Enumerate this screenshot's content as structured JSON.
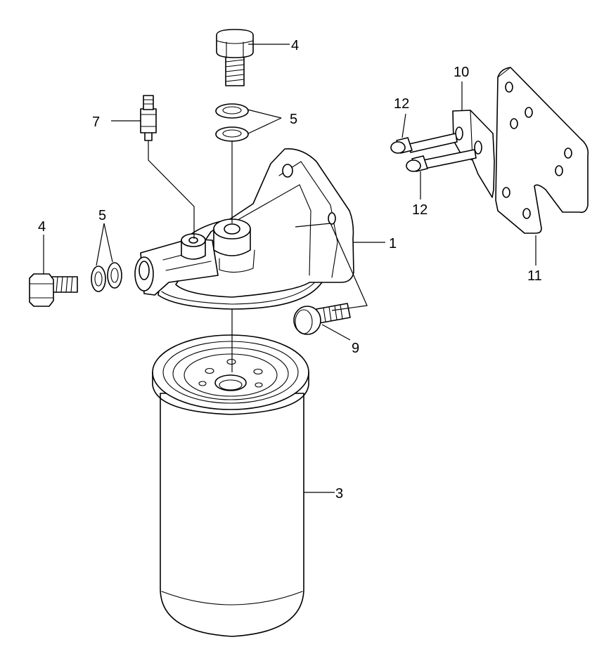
{
  "diagram": {
    "labels": {
      "part_1": "1",
      "part_3": "3",
      "part_4_top": "4",
      "part_4_left": "4",
      "part_5_top": "5",
      "part_5_left": "5",
      "part_7": "7",
      "part_9": "9",
      "part_10": "10",
      "part_11": "11",
      "part_12_top": "12",
      "part_12_bottom": "12"
    }
  }
}
